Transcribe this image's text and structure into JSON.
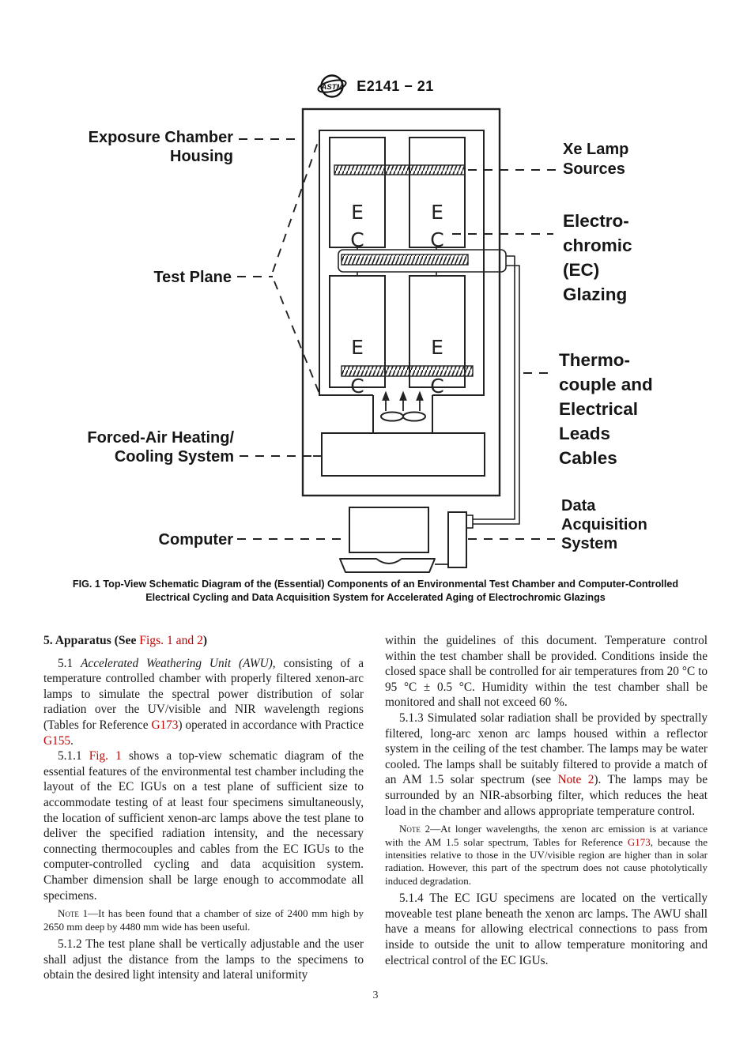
{
  "colors": {
    "accent_red": "#c40000",
    "line": "#222222"
  },
  "header": {
    "logo": "ASTM",
    "code": "E2141 − 21"
  },
  "diagram": {
    "exposure1": "Exposure Chamber",
    "exposure2": "Housing",
    "testplane": "Test Plane",
    "forced1": "Forced-Air Heating/",
    "forced2": "Cooling System",
    "computer": "Computer",
    "xe1": "Xe Lamp",
    "xe2": "Sources",
    "ec1": "Electro-",
    "ec2": "chromic",
    "ec3": "(EC)",
    "ec4": "Glazing",
    "tc1": "Thermo-",
    "tc2": "couple and",
    "tc3": "Electrical",
    "tc4": "Leads",
    "tc5": "Cables",
    "daq1": "Data",
    "daq2": "Acquisition",
    "daq3": "System",
    "specimen_e": "E",
    "specimen_c": "C"
  },
  "caption": {
    "line1": "FIG. 1 Top-View Schematic Diagram of the (Essential) Components of an Environmental Test Chamber and Computer-Controlled",
    "line2": "Electrical Cycling and Data Acquisition System for Accelerated Aging of Electrochromic Glazings"
  },
  "body": {
    "left": [
      {
        "cls": "h",
        "seg": [
          {
            "t": "5. Apparatus (See ",
            "s": ""
          },
          {
            "t": "Figs. 1 and 2",
            "s": "r"
          },
          {
            "t": ")",
            "s": ""
          }
        ]
      },
      {
        "cls": "",
        "seg": [
          {
            "t": "5.1 ",
            "s": ""
          },
          {
            "t": "Accelerated Weathering Unit (AWU),",
            "s": "i"
          },
          {
            "t": " consisting of a temperature controlled chamber with properly filtered xenon-arc lamps to simulate the spectral power distribution of solar radiation over the UV/visible and NIR wavelength regions (Tables for Reference ",
            "s": ""
          },
          {
            "t": "G173",
            "s": "r"
          },
          {
            "t": ") operated in accordance with Practice ",
            "s": ""
          },
          {
            "t": "G155",
            "s": "r"
          },
          {
            "t": ".",
            "s": ""
          }
        ]
      },
      {
        "cls": "",
        "seg": [
          {
            "t": "5.1.1 ",
            "s": ""
          },
          {
            "t": "Fig. 1",
            "s": "r"
          },
          {
            "t": " shows a top-view schematic diagram of the essential features of the environmental test chamber including the layout of the EC IGUs on a test plane of sufficient size to accommodate testing of at least four specimens simultaneously, the location of sufficient xenon-arc lamps above the test plane to deliver the specified radiation intensity, and the necessary connecting thermocouples and cables from the EC IGUs to the computer-controlled cycling and data acquisition system. Chamber dimension shall be large enough to accommodate all specimens.",
            "s": ""
          }
        ]
      },
      {
        "cls": "note",
        "seg": [
          {
            "t": "Note 1",
            "s": "sc"
          },
          {
            "t": "—It has been found that a chamber of size of 2400 mm high by 2650 mm deep by 4480 mm wide has been useful.",
            "s": ""
          }
        ]
      },
      {
        "cls": "",
        "seg": [
          {
            "t": "5.1.2 The test plane shall be vertically adjustable and the user shall adjust the distance from the lamps to the specimens to obtain the desired light intensity and lateral uniformity",
            "s": ""
          }
        ]
      }
    ],
    "right": [
      {
        "cls": "noind",
        "seg": [
          {
            "t": "within the guidelines of this document. Temperature control within the test chamber shall be provided. Conditions inside the closed space shall be controlled for air temperatures from 20 °C to 95 °C ± 0.5 °C. Humidity within the test chamber shall be monitored and shall not exceed 60 %.",
            "s": ""
          }
        ]
      },
      {
        "cls": "",
        "seg": [
          {
            "t": "5.1.3 Simulated solar radiation shall be provided by spectrally filtered, long-arc xenon arc lamps housed within a reflector system in the ceiling of the test chamber. The lamps may be water cooled. The lamps shall be suitably filtered to provide a match of an AM 1.5 solar spectrum (see ",
            "s": ""
          },
          {
            "t": "Note 2",
            "s": "r"
          },
          {
            "t": "). The lamps may be surrounded by an NIR-absorbing filter, which reduces the heat load in the chamber and allows appropriate temperature control.",
            "s": ""
          }
        ]
      },
      {
        "cls": "note",
        "seg": [
          {
            "t": "Note 2",
            "s": "sc"
          },
          {
            "t": "—At longer wavelengths, the xenon arc emission is at variance with the AM 1.5 solar spectrum, Tables for Reference ",
            "s": ""
          },
          {
            "t": "G173",
            "s": "r"
          },
          {
            "t": ", because the intensities relative to those in the UV/visible region are higher than in solar radiation. However, this part of the spectrum does not cause photolytically induced degradation.",
            "s": ""
          }
        ]
      },
      {
        "cls": "",
        "seg": [
          {
            "t": "5.1.4 The EC IGU specimens are located on the vertically moveable test plane beneath the xenon arc lamps. The AWU shall have a means for allowing electrical connections to pass from inside to outside the unit to allow temperature monitoring and electrical control of the EC IGUs.",
            "s": ""
          }
        ]
      }
    ]
  },
  "footer": {
    "page": "3"
  }
}
